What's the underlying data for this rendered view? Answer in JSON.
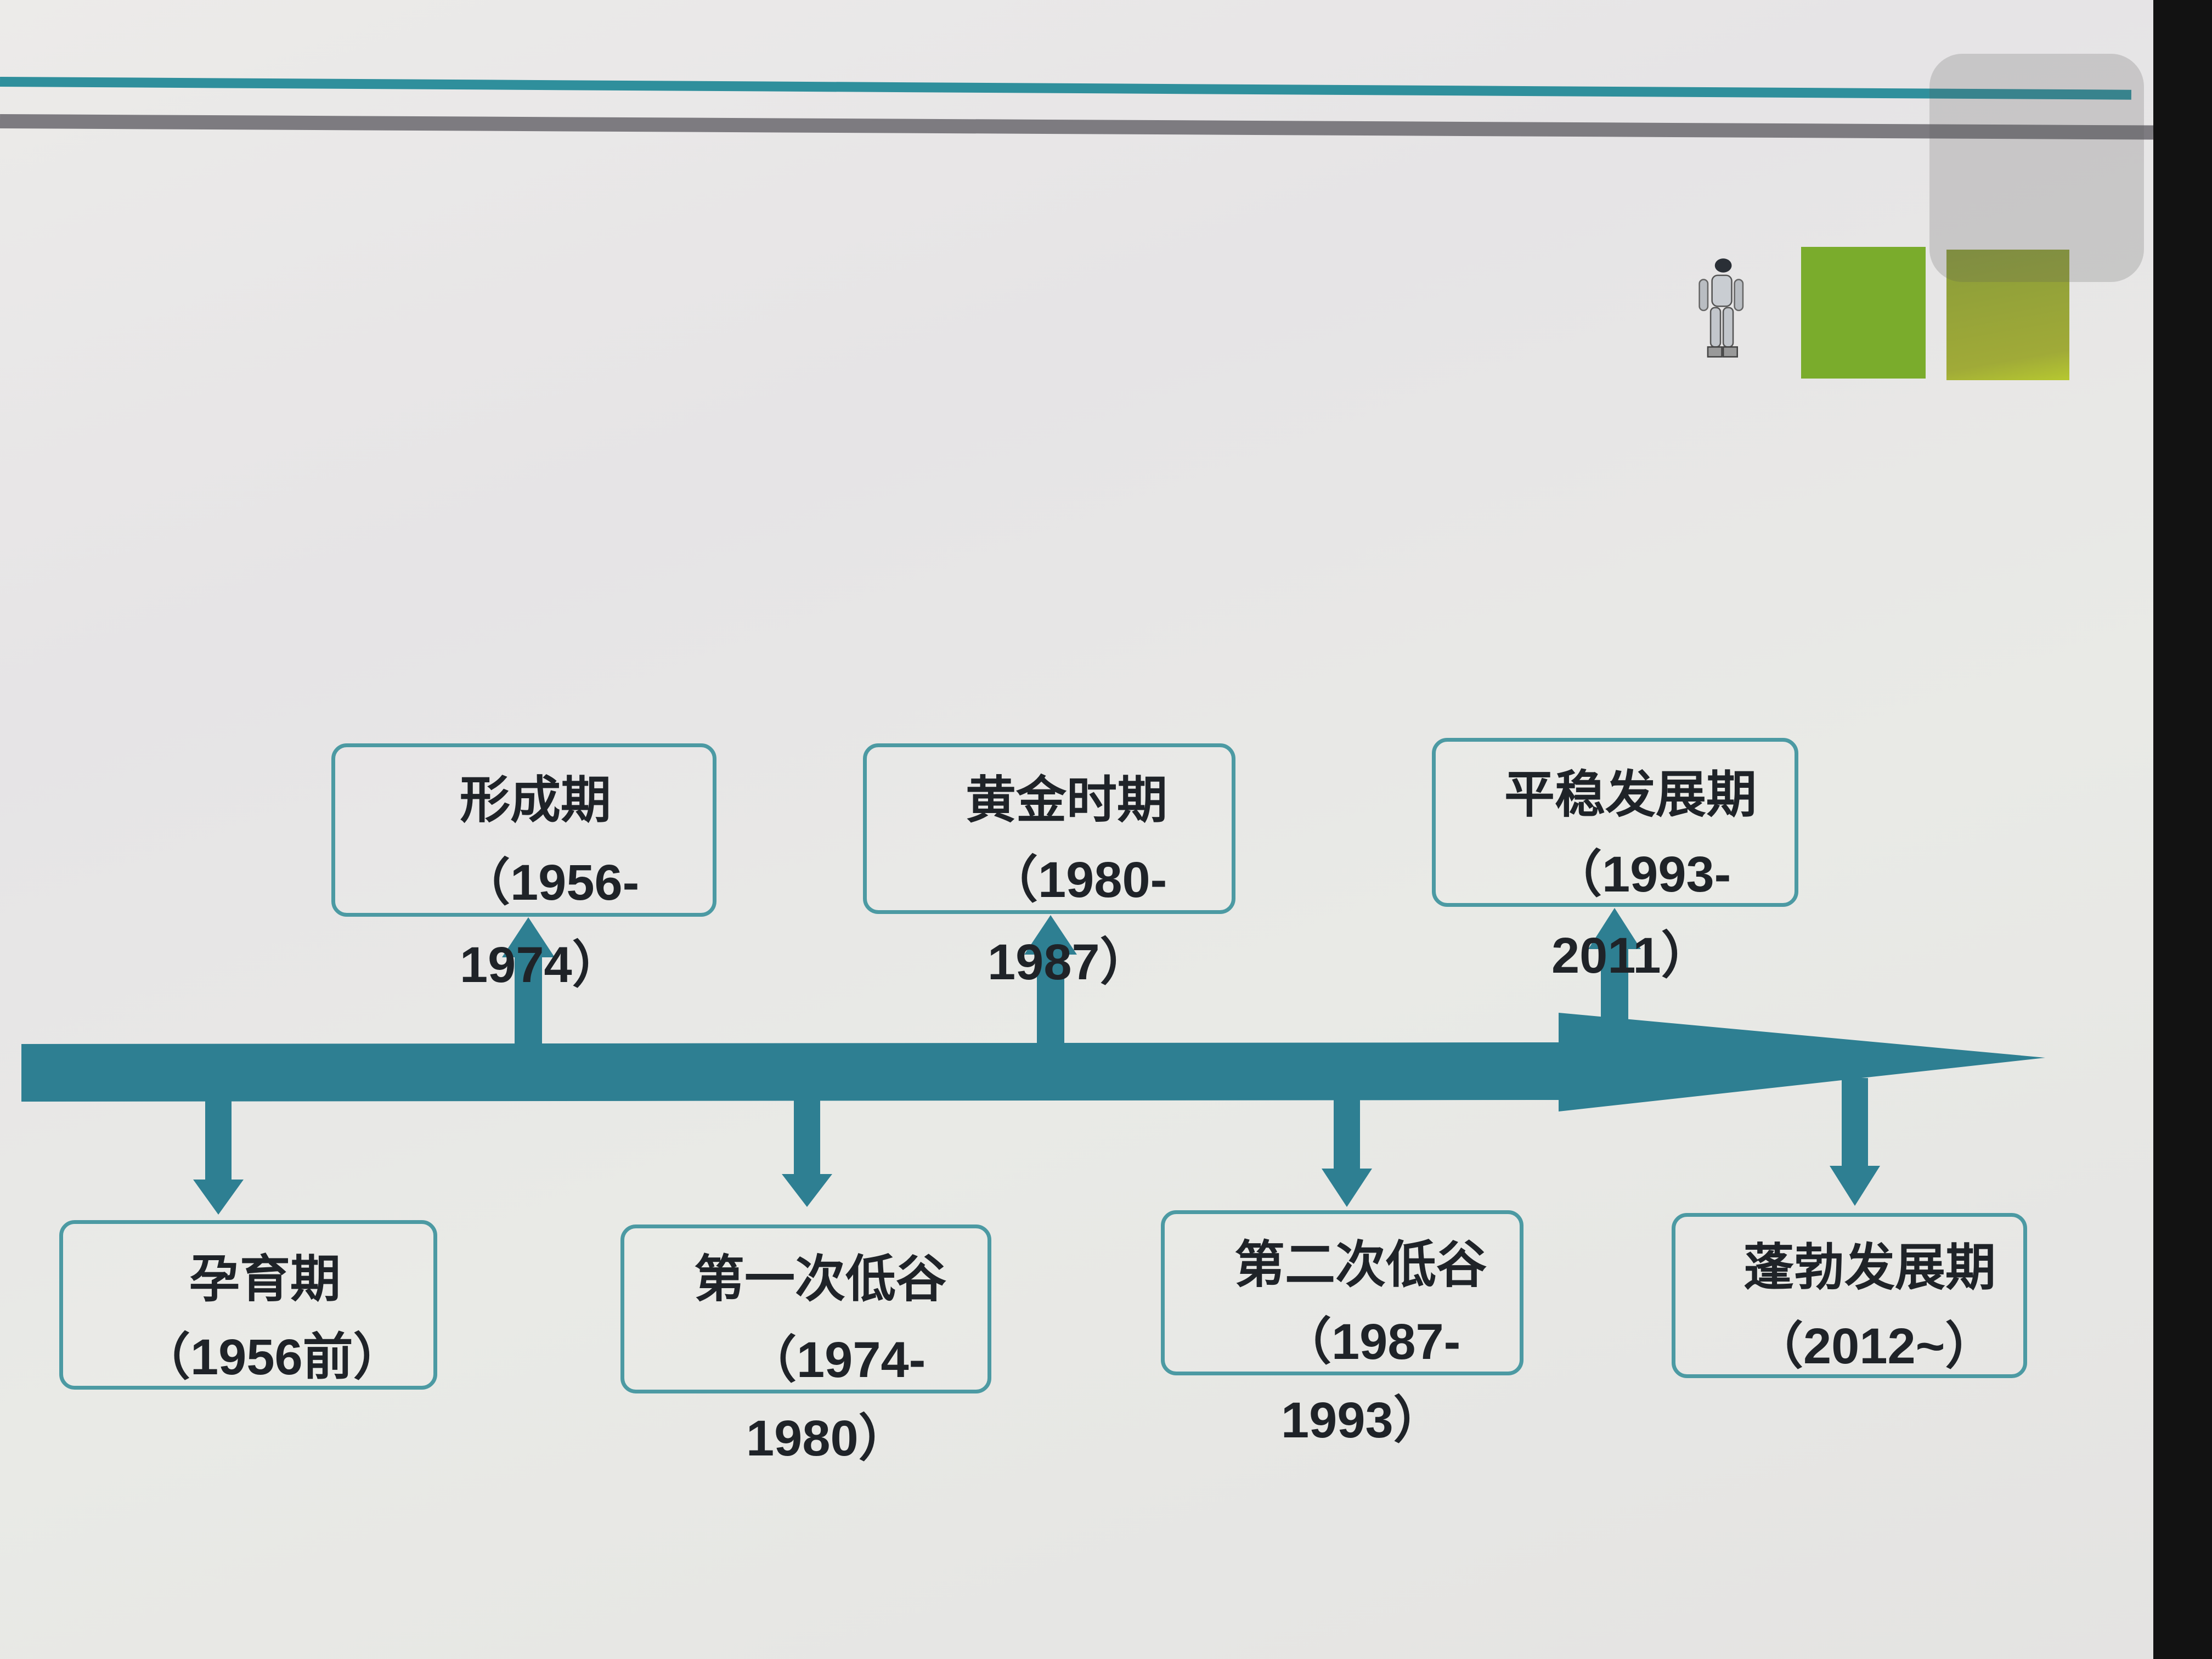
{
  "colors": {
    "accent": "#2f8f9c",
    "axis": "#2e7f92",
    "box_border": "#4c9aa3",
    "green1": "#7aac2c",
    "green2": "#9aa83a"
  },
  "timeline": {
    "above": [
      {
        "title": "形成期",
        "range_start": "（1956-",
        "range_end": "1974）"
      },
      {
        "title": "黄金时期",
        "range_start": "（1980-",
        "range_end": "1987）"
      },
      {
        "title": "平稳发展期",
        "range_start": "（1993-",
        "range_end": "2011）"
      }
    ],
    "below": [
      {
        "title": "孕育期",
        "range_start": "（1956前）",
        "range_end": ""
      },
      {
        "title": "第一次低谷",
        "range_start": "（1974-",
        "range_end": "1980）"
      },
      {
        "title": "第二次低谷",
        "range_start": "（1987-",
        "range_end": "1993）"
      },
      {
        "title": "蓬勃发展期",
        "range_start": "（2012~）",
        "range_end": ""
      }
    ]
  }
}
